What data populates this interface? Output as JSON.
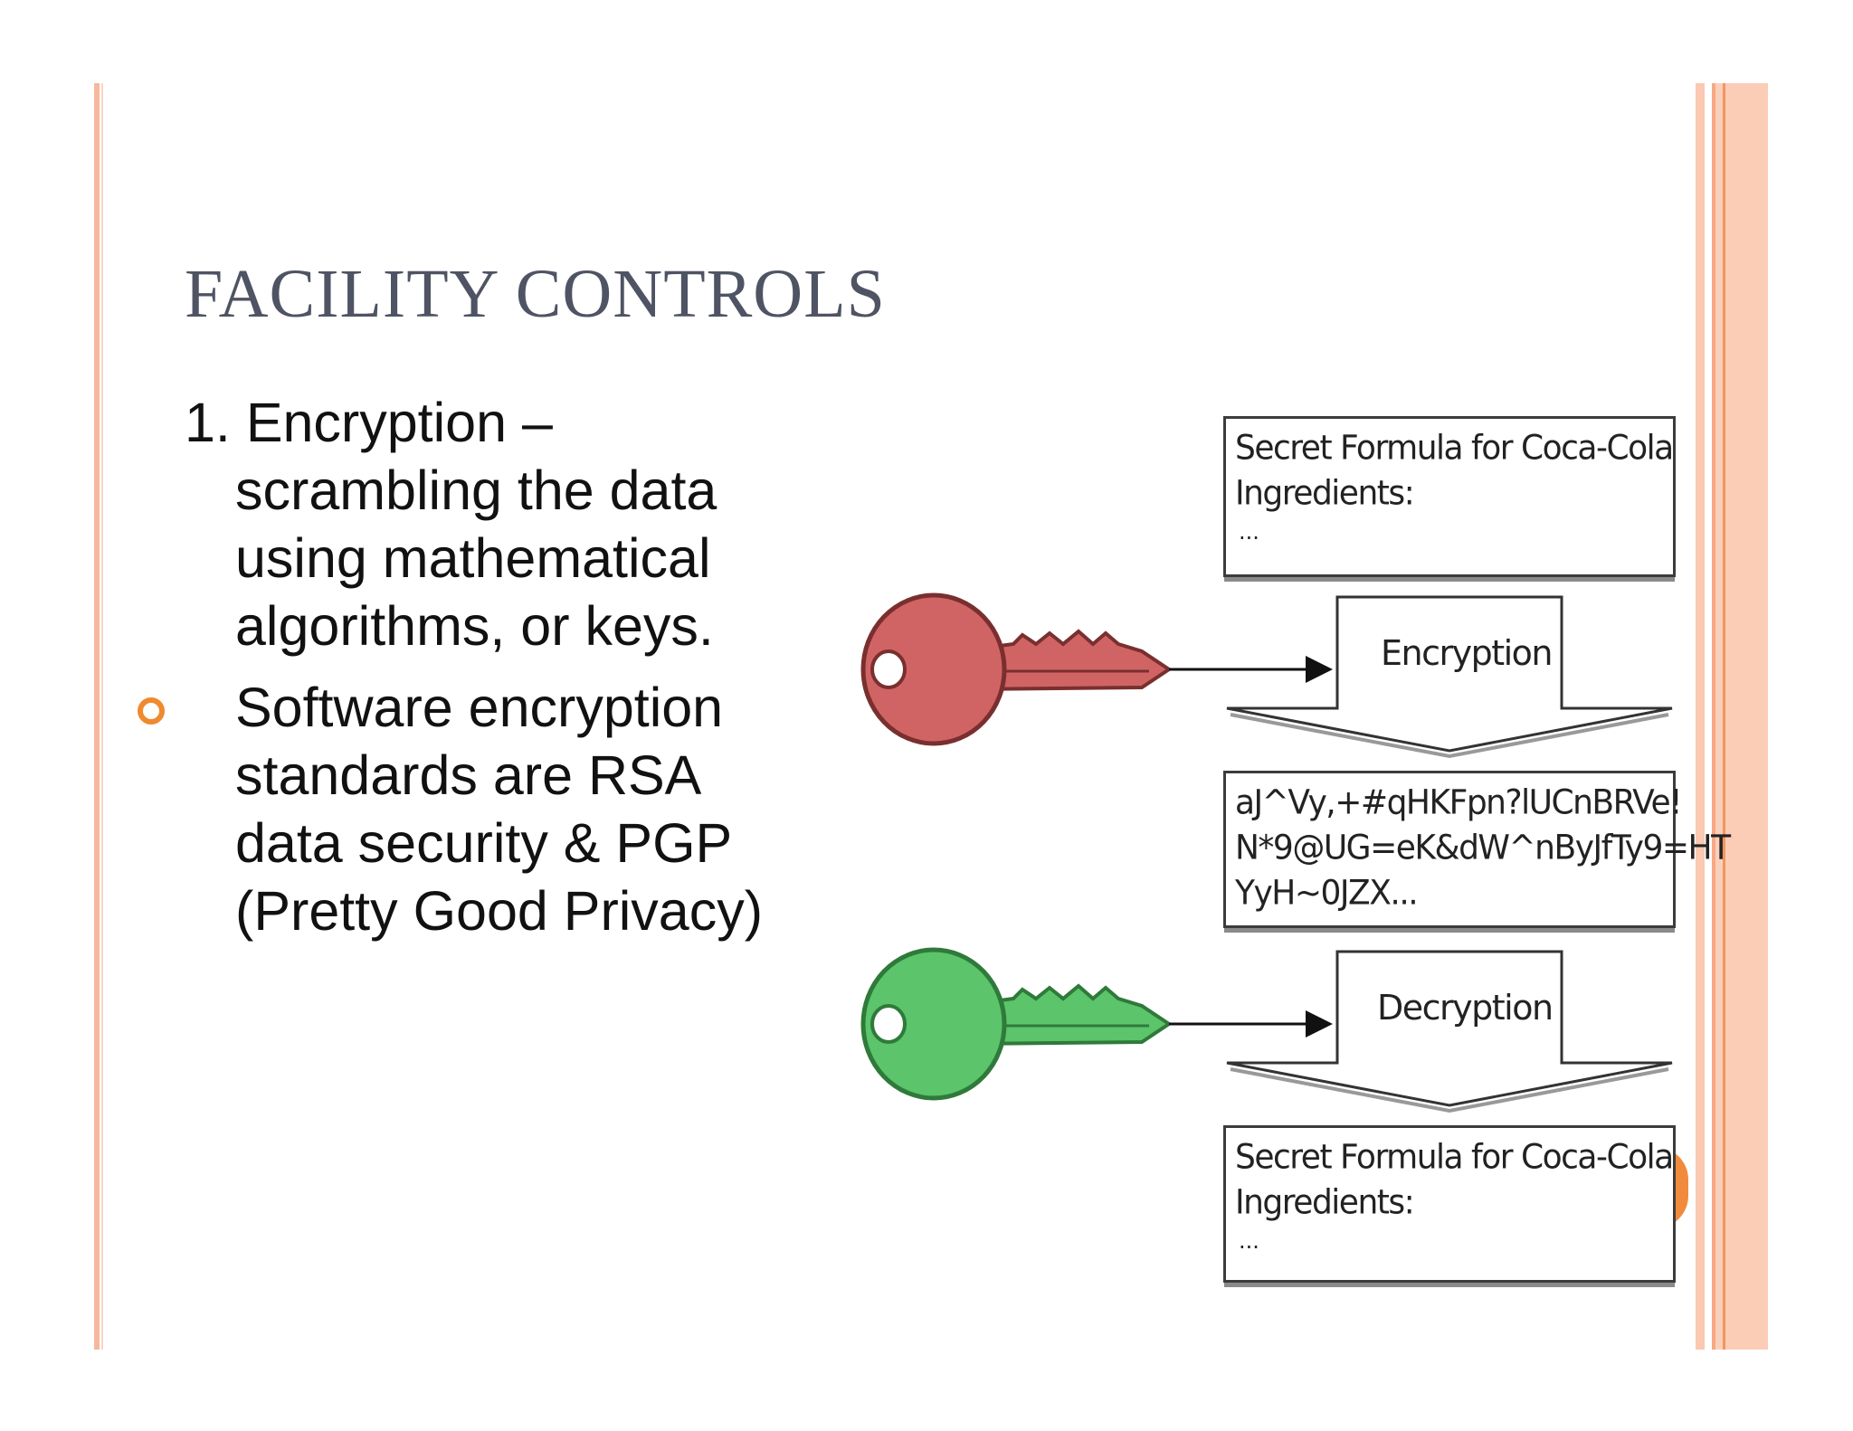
{
  "slide": {
    "title": "FACILITY CONTROLS",
    "items": [
      {
        "lines": [
          "1. Encryption –",
          "scrambling the data",
          "using mathematical",
          "algorithms, or keys."
        ]
      },
      {
        "bullet": "circle-bullet",
        "lines": [
          "Software encryption",
          "standards are RSA",
          "data security & PGP",
          "(Pretty Good Privacy)"
        ]
      }
    ]
  },
  "diagram": {
    "plain_top": {
      "line1": "Secret Formula for Coca-Cola",
      "line2": "Ingredients:",
      "line3": "..."
    },
    "encryption_label": "Encryption",
    "cipher": {
      "line1": "aJ^Vy,+#qHKFpn?lUCnBRVe!",
      "line2": "N*9@UG=eK&dW^nByJfTy9=HT",
      "line3": "YyH~0JZX..."
    },
    "decryption_label": "Decryption",
    "plain_bottom": {
      "line1": "Secret Formula for Coca-Cola",
      "line2": "Ingredients:",
      "line3": "..."
    },
    "colors": {
      "encryption_key": "#d06464",
      "decryption_key": "#5cc46a",
      "accent": "#f08a2e",
      "title": "#4f5464"
    }
  }
}
